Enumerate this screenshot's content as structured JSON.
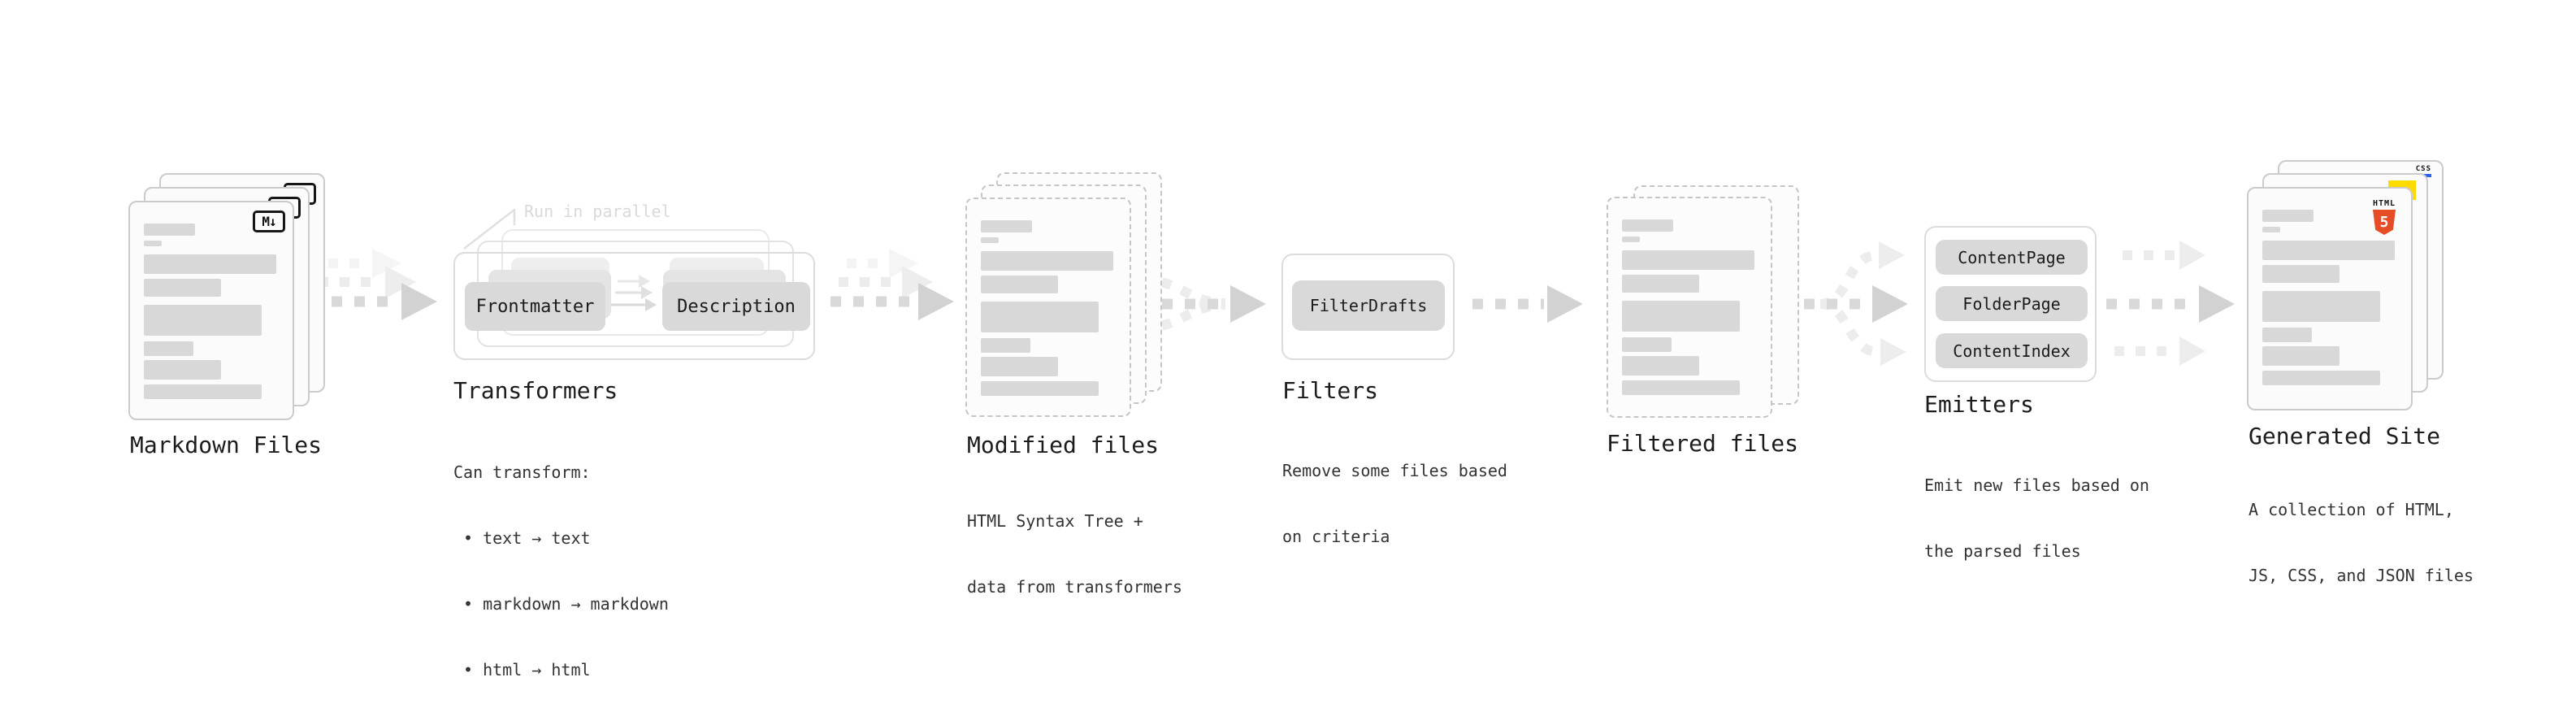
{
  "colors": {
    "html5_orange": "#e44d26",
    "js_yellow": "#ffdb00",
    "css_blue": "#2c63ee",
    "box_gray": "#d9d9d9",
    "bar_gray": "#d8d8d8",
    "doc_border": "#cbcbcb",
    "container_border": "#dcdcdc",
    "arrow_main": "#d9d9d9",
    "arrow_head": "#d2d2d2",
    "arrow_light": "#ececec",
    "callout_gray": "#d9d9d9",
    "title_color": "#1c1c1c",
    "body_color": "#333333"
  },
  "markdown": {
    "label": "Markdown Files",
    "icon": "M↓"
  },
  "transformers": {
    "label": "Transformers",
    "callout": "Run in parallel",
    "box_left": "Frontmatter",
    "box_right": "Description",
    "desc_title": "Can transform:",
    "bullets": [
      "• text → text",
      "• markdown → markdown",
      "• html → html"
    ]
  },
  "modified": {
    "label": "Modified files",
    "desc1": "HTML Syntax Tree +",
    "desc2": "data from transformers"
  },
  "filters": {
    "label": "Filters",
    "box": "FilterDrafts",
    "desc1": "Remove some files based",
    "desc2": "on criteria"
  },
  "filtered": {
    "label": "Filtered files"
  },
  "emitters": {
    "label": "Emitters",
    "box1": "ContentPage",
    "box2": "FolderPage",
    "box3": "ContentIndex",
    "desc1": "Emit new files based on",
    "desc2": "the parsed files"
  },
  "generated": {
    "label": "Generated Site",
    "desc1": "A collection of HTML,",
    "desc2": "JS, CSS, and JSON files",
    "html_word": "HTML",
    "html_number": "5",
    "css_word": "CSS"
  }
}
